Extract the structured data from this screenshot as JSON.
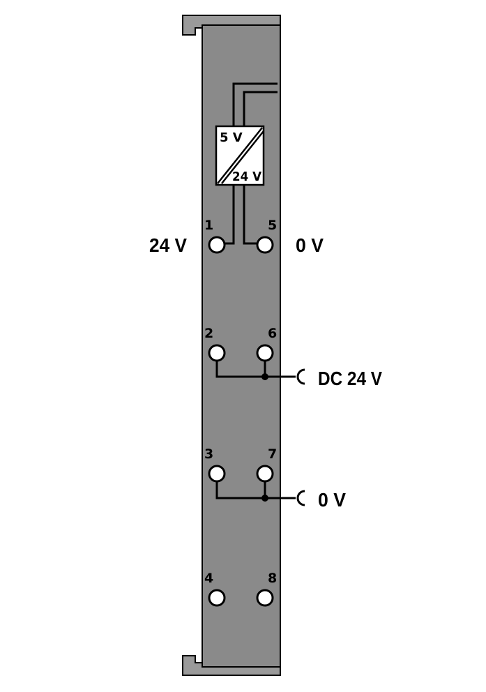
{
  "colors": {
    "module_body": "#8a8a8a",
    "rail": "#9a9a9a",
    "wire": "#000000",
    "terminal_fill": "#ffffff"
  },
  "converter": {
    "top_label": "5 V",
    "bottom_label": "24 V"
  },
  "terminals": {
    "pin1": "1",
    "pin2": "2",
    "pin3": "3",
    "pin4": "4",
    "pin5": "5",
    "pin6": "6",
    "pin7": "7",
    "pin8": "8"
  },
  "labels": {
    "supply_plus": "24 V",
    "supply_zero": "0 V",
    "dc_out": "DC 24 V",
    "out_zero": "0 V"
  }
}
